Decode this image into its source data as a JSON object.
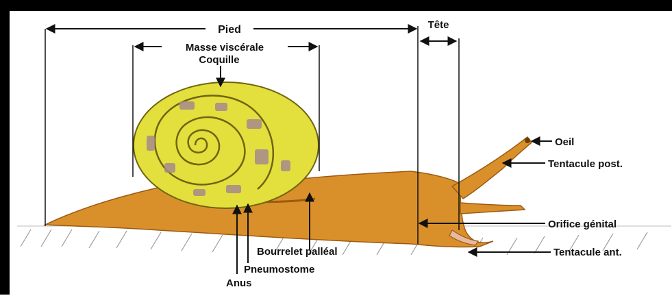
{
  "labels": {
    "pied": "Pied",
    "tete": "Tête",
    "masse_viscerale": "Masse viscérale",
    "coquille": "Coquille",
    "oeil": "Oeil",
    "tentacule_post": "Tentacule post.",
    "orifice_genital": "Orifice génital",
    "tentacule_ant": "Tentacule ant.",
    "bourrelet_palleal": "Bourrelet palléal",
    "pneumostome": "Pneumostome",
    "anus": "Anus"
  },
  "colors": {
    "frame": "#000000",
    "background": "#ffffff",
    "body": "#d9902a",
    "body_outline": "#9c5a12",
    "shell": "#e3df3c",
    "shell_outline": "#6f6410",
    "shell_spots": "#a58a8e",
    "ground_hatch": "#9a9a9a",
    "lines": "#111111"
  }
}
